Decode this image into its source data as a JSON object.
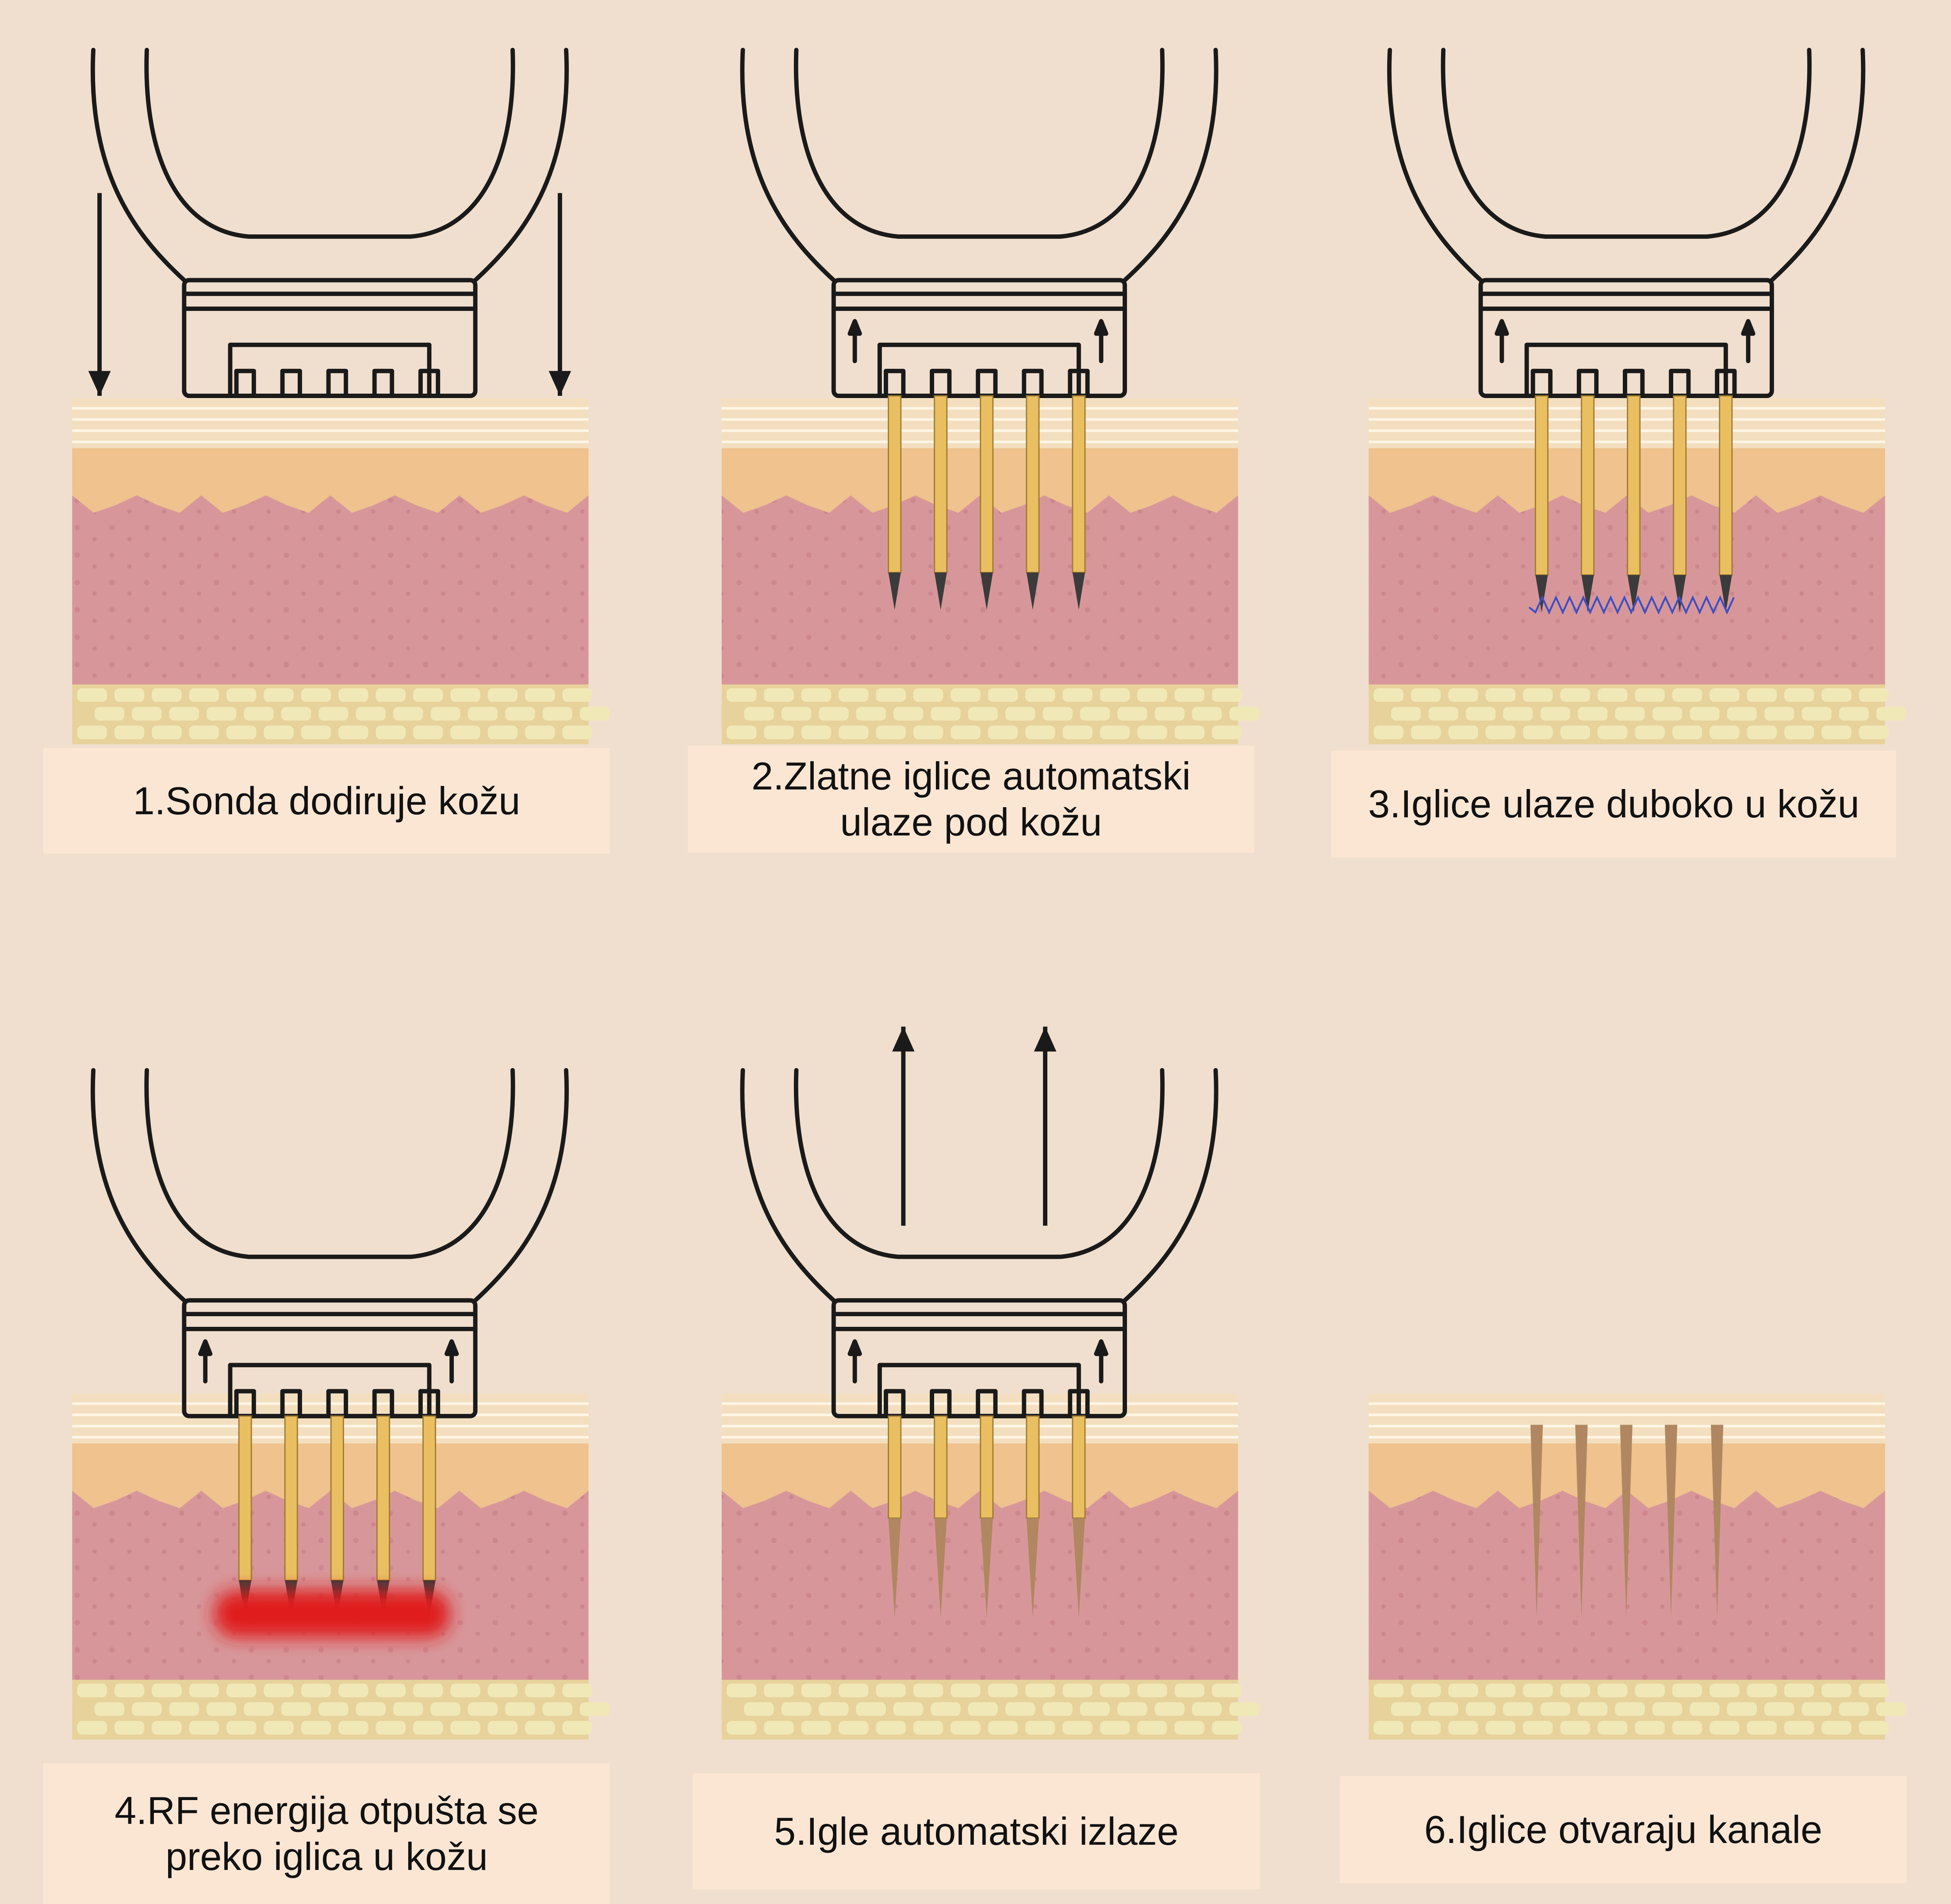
{
  "steps": [
    {
      "caption": "1.Sonda dodiruje kožu"
    },
    {
      "caption": "2.Zlatne iglice automatski ulaze pod kožu"
    },
    {
      "caption": "3.Iglice ulaze duboko u kožu"
    },
    {
      "caption": "4.RF energija otpušta se preko iglica u kožu"
    },
    {
      "caption": "5.Igle automatski izlaze"
    },
    {
      "caption": "6.Iglice otvaraju kanale"
    }
  ],
  "colors": {
    "background": "#f0dfce",
    "caption_box": "#fbe6d4",
    "epidermis": "#f3dfbf",
    "dermis_upper": "#efc28e",
    "dermis_lower": "#d7979a",
    "fat_cells": "#f1e8b7",
    "needle": "#e9bf62",
    "rf_energy": "#e01e1e",
    "current": "#3d4fc4",
    "channel": "#b08760",
    "outline": "#1a1a1a"
  }
}
